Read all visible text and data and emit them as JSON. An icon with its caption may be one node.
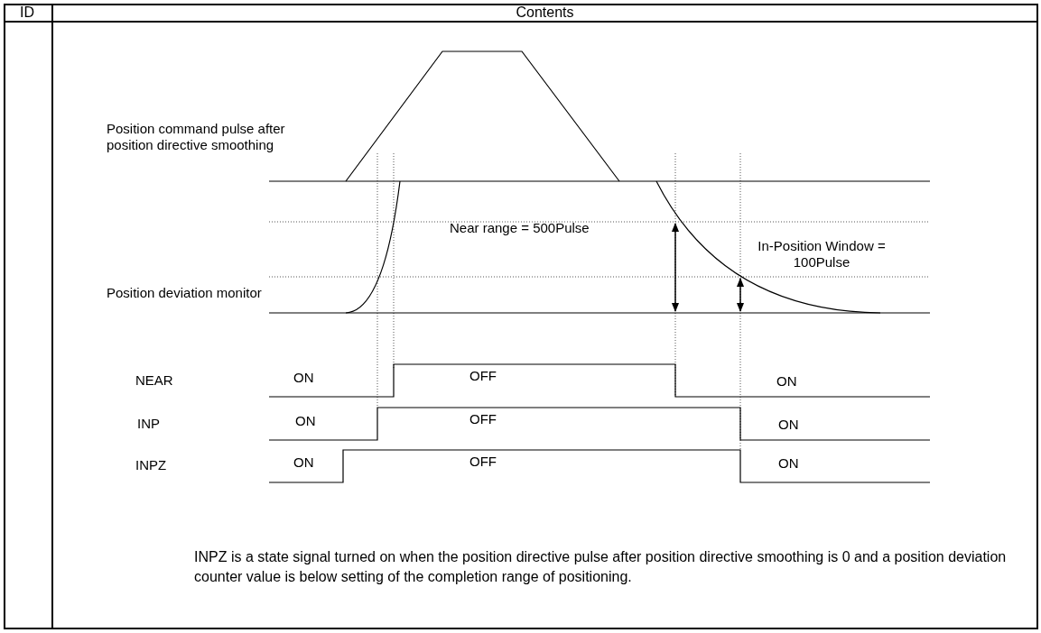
{
  "diagram": {
    "labels": [
      "ID",
      "Contents",
      "Position command pulse after position directive smoothing",
      "Near range = 500Pulse",
      "In-Position Window = 100Pulse",
      "Position deviation monitor",
      "NEAR",
      "ON",
      "OFF",
      "ON",
      "INP",
      "ON",
      "OFF",
      "ON",
      "INPZ",
      "ON",
      "OFF",
      "ON",
      "INPZ is a state signal turned on when the position directive pulse after position directive smoothing is 0 and a position deviation counter value is below setting of the completion range of positioning."
    ]
  }
}
